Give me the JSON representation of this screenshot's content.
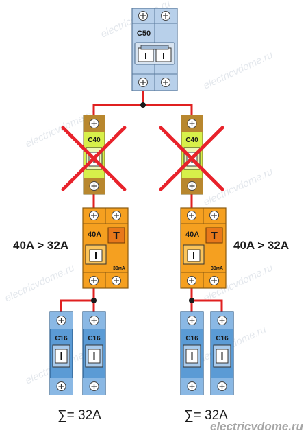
{
  "main_breaker": {
    "rating": "C50"
  },
  "blocked_breakers": [
    {
      "rating": "C40"
    },
    {
      "rating": "C40"
    }
  ],
  "rcds": [
    {
      "rating": "40A",
      "type": "T",
      "sensitivity": "30мА",
      "comparison": "40A > 32A"
    },
    {
      "rating": "40A",
      "type": "T",
      "sensitivity": "30мА",
      "comparison": "40A > 32A"
    }
  ],
  "branch_breakers": [
    "C16",
    "C16",
    "C16",
    "C16"
  ],
  "sums": [
    "∑= 32A",
    "∑= 32A"
  ],
  "watermark": "electricvdome.ru",
  "site": "electricvdome.ru",
  "colors": {
    "wire": "#e02020",
    "cross": "#e8222b",
    "breaker_blue": "#b8d0ea",
    "branch_blue": "#5b9bd5",
    "rcd_orange": "#f5a020",
    "c40_green": "#d7f04a",
    "c40_brown": "#b8872e"
  }
}
